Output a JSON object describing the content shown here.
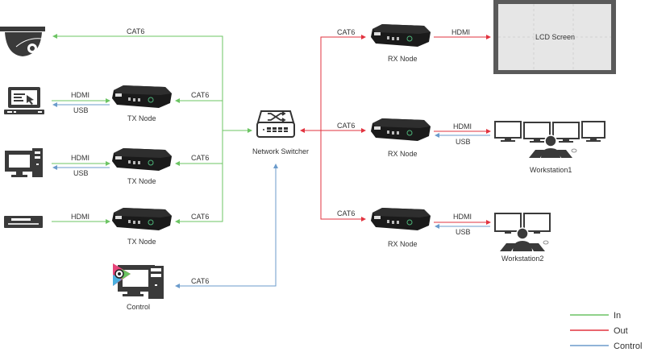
{
  "colors": {
    "in": "#6cc463",
    "out": "#e2333f",
    "control": "#6b9bcb",
    "device": "#1a1a1a",
    "icon": "#3a3a3a"
  },
  "sources": {
    "camera": {
      "link": "CAT6"
    },
    "laptop": {
      "hdmi": "HDMI",
      "usb": "USB",
      "node": "TX Node",
      "cat": "CAT6"
    },
    "pc": {
      "hdmi": "HDMI",
      "usb": "USB",
      "node": "TX Node",
      "cat": "CAT6"
    },
    "player": {
      "hdmi": "HDMI",
      "node": "TX Node",
      "cat": "CAT6"
    }
  },
  "switcher": {
    "label": "Network Switcher"
  },
  "control": {
    "label": "Control",
    "cat": "CAT6"
  },
  "outputs": {
    "lcd": {
      "cat": "CAT6",
      "node": "RX Node",
      "hdmi": "HDMI",
      "screen": "LCD Screen"
    },
    "ws1": {
      "cat": "CAT6",
      "node": "RX Node",
      "hdmi": "HDMI",
      "usb": "USB",
      "label": "Workstation1"
    },
    "ws2": {
      "cat": "CAT6",
      "node": "RX Node",
      "hdmi": "HDMI",
      "usb": "USB",
      "label": "Workstation2"
    }
  },
  "legend": [
    {
      "key": "in",
      "label": "In"
    },
    {
      "key": "out",
      "label": "Out"
    },
    {
      "key": "control",
      "label": "Control"
    }
  ]
}
